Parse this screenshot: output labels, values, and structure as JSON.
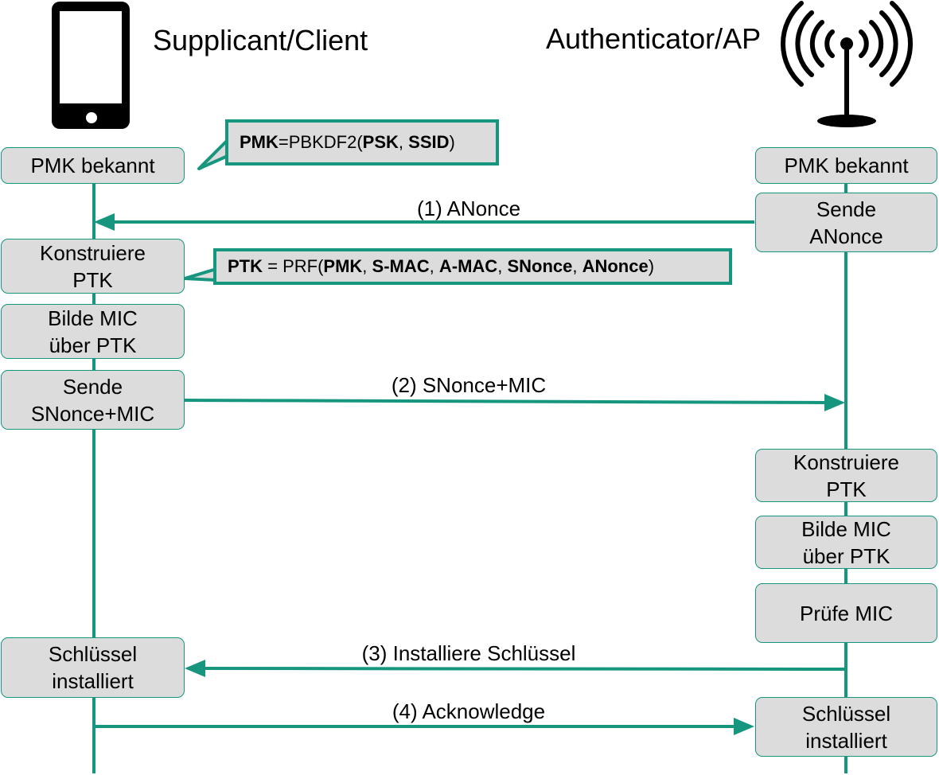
{
  "supplicant": {
    "title": "Supplicant/Client",
    "icon": "smartphone-icon",
    "steps": [
      {
        "line1": "PMK bekannt",
        "line2": ""
      },
      {
        "line1": "Konstruiere",
        "line2": "PTK"
      },
      {
        "line1": "Bilde MIC",
        "line2": "über PTK"
      },
      {
        "line1": "Sende",
        "line2": "SNonce+MIC"
      },
      {
        "line1": "Schlüssel",
        "line2": "installiert"
      }
    ]
  },
  "authenticator": {
    "title": "Authenticator/AP",
    "icon": "antenna-icon",
    "steps": [
      {
        "line1": "PMK bekannt",
        "line2": ""
      },
      {
        "line1": "Sende",
        "line2": "ANonce"
      },
      {
        "line1": "Konstruiere",
        "line2": "PTK"
      },
      {
        "line1": "Bilde MIC",
        "line2": "über PTK"
      },
      {
        "line1": "Prüfe MIC",
        "line2": ""
      },
      {
        "line1": "Schlüssel",
        "line2": "installiert"
      }
    ]
  },
  "messages": [
    {
      "label": "(1) ANonce",
      "direction": "to-supplicant"
    },
    {
      "label": "(2) SNonce+MIC",
      "direction": "to-authenticator"
    },
    {
      "label": "(3) Installiere Schlüssel",
      "direction": "to-supplicant"
    },
    {
      "label": "(4) Acknowledge",
      "direction": "to-authenticator"
    }
  ],
  "callouts": {
    "pmk": {
      "parts": [
        {
          "text": "PMK",
          "bold": true
        },
        {
          "text": "=PBKDF2(",
          "bold": false
        },
        {
          "text": "PSK",
          "bold": true
        },
        {
          "text": ", ",
          "bold": false
        },
        {
          "text": "SSID",
          "bold": true
        },
        {
          "text": ")",
          "bold": false
        }
      ]
    },
    "ptk": {
      "parts": [
        {
          "text": "PTK",
          "bold": true
        },
        {
          "text": " = PRF(",
          "bold": false
        },
        {
          "text": "PMK",
          "bold": true
        },
        {
          "text": ", ",
          "bold": false
        },
        {
          "text": "S-MAC",
          "bold": true
        },
        {
          "text": ", ",
          "bold": false
        },
        {
          "text": "A-MAC",
          "bold": true
        },
        {
          "text": ", ",
          "bold": false
        },
        {
          "text": "SNonce",
          "bold": true
        },
        {
          "text": ", ",
          "bold": false
        },
        {
          "text": "ANonce",
          "bold": true
        },
        {
          "text": ")",
          "bold": false
        }
      ]
    }
  },
  "colors": {
    "accent": "#16967f",
    "box_fill": "#dcdcdc"
  }
}
